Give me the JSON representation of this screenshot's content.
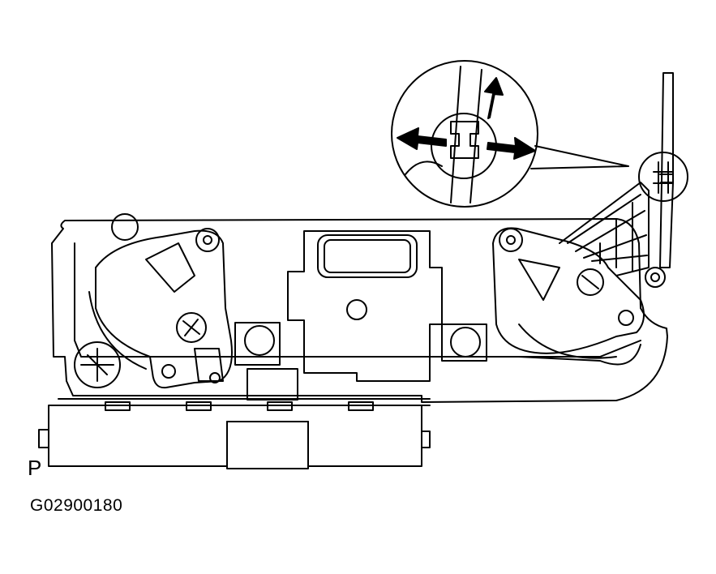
{
  "labels": {
    "marker": "P",
    "figure_code": "G02900180"
  },
  "colors": {
    "ink": "#000000",
    "paper": "#ffffff"
  },
  "icons": [
    "detail-magnifier-callout",
    "release-arrow-up",
    "release-arrow-left",
    "release-arrow-right",
    "screwdriver-tool"
  ]
}
